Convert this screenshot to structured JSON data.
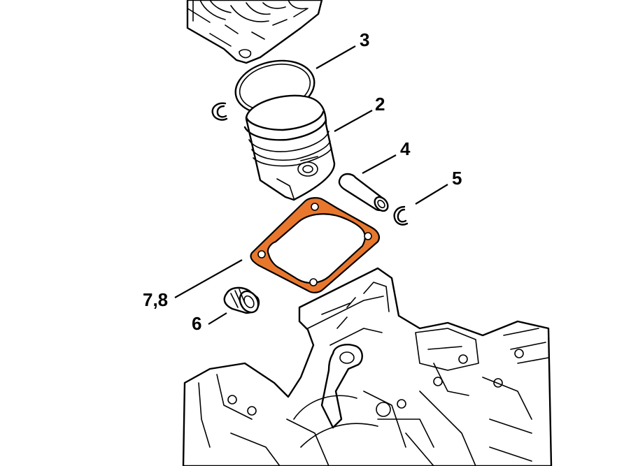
{
  "colors": {
    "highlight": "#e8772e",
    "ink": "#000000",
    "background": "#ffffff"
  },
  "callouts": {
    "label_3": "3",
    "label_2": "2",
    "label_4": "4",
    "label_5": "5",
    "label_78": "7,8",
    "label_6": "6"
  }
}
